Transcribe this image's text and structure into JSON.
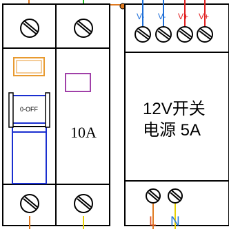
{
  "breaker": {
    "switch_label": "0-OFF",
    "rating": "10A"
  },
  "power_supply": {
    "title_line1": "12V开关",
    "title_line2": "电源 5A",
    "output_terminals": [
      "V-",
      "V-",
      "V+",
      "V+"
    ],
    "input_terminals": [
      "L",
      "N"
    ]
  },
  "colors": {
    "line": "#000000",
    "wire_orange": "#E07A20",
    "wire_green": "#22BB22",
    "wire_yellow": "#E8D000",
    "wire_blue": "#1E6FD8",
    "wire_red": "#E02020",
    "handle_orange": "#E89A30",
    "switch_blue": "#1A2FD0",
    "indicator_purple": "#A040A8",
    "label_blue": "#1E6FD8",
    "label_red": "#E02020",
    "label_L": "#E05020",
    "label_N": "#2A7AD8"
  }
}
